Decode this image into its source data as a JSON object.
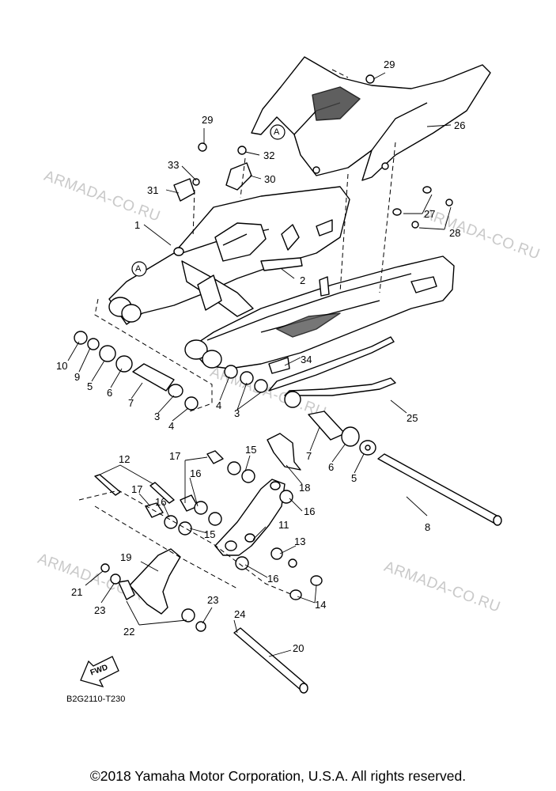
{
  "watermark": "ARMADA-CO.RU",
  "parts": [
    "1",
    "2",
    "3",
    "3",
    "4",
    "4",
    "5",
    "5",
    "6",
    "6",
    "7",
    "7",
    "8",
    "9",
    "10",
    "11",
    "12",
    "13",
    "14",
    "15",
    "15",
    "16",
    "16",
    "16",
    "16",
    "17",
    "17",
    "18",
    "19",
    "20",
    "21",
    "22",
    "23",
    "23",
    "24",
    "25",
    "26",
    "27",
    "28",
    "29",
    "29",
    "30",
    "31",
    "32",
    "33",
    "34"
  ],
  "callout_marker": "A",
  "fwd_label": "FWD",
  "diagram_code": "B2G2110-T230",
  "copyright": "©2018 Yamaha Motor Corporation, U.S.A. All rights reserved."
}
